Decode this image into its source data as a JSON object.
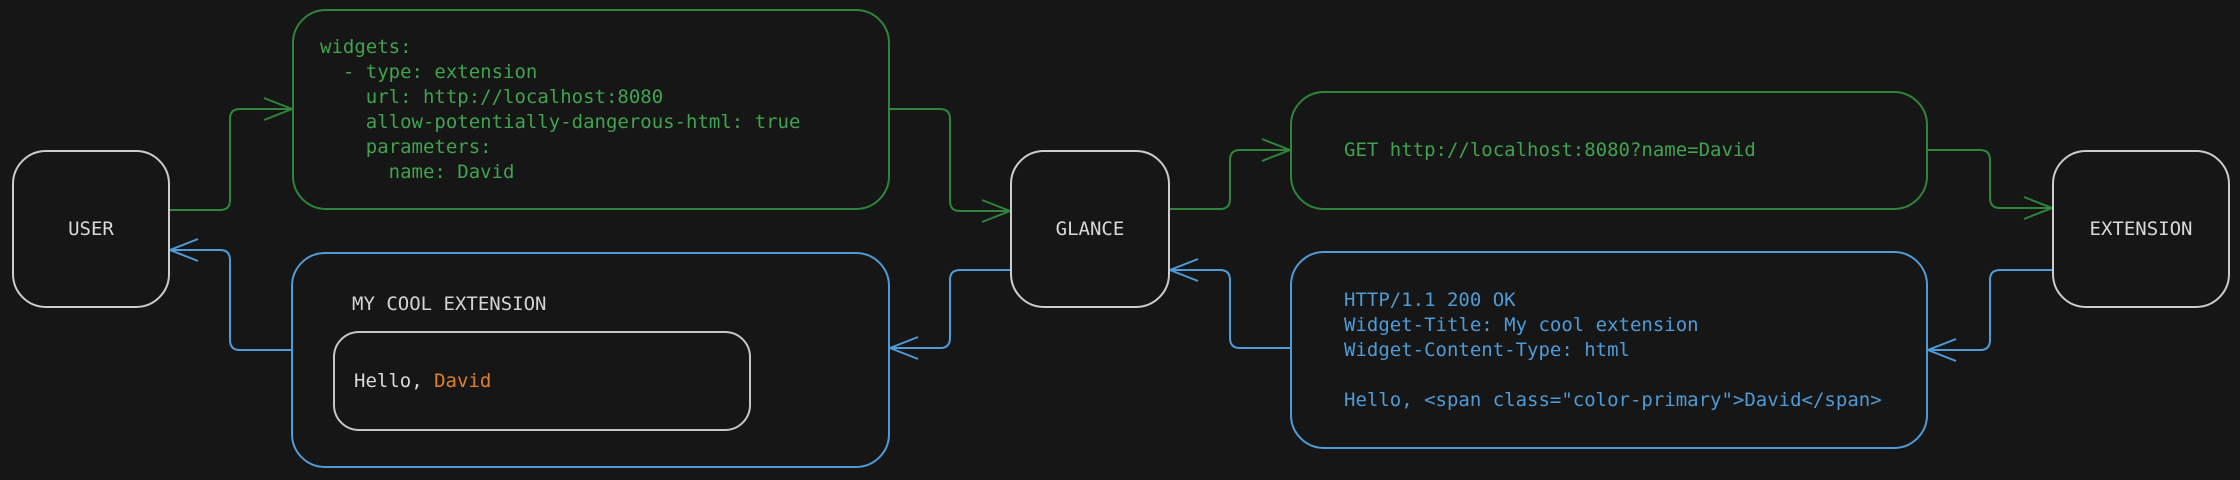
{
  "diagram": {
    "nodes": {
      "user": {
        "label": "USER"
      },
      "glance": {
        "label": "GLANCE"
      },
      "extension": {
        "label": "EXTENSION"
      }
    },
    "config_box": {
      "lines": [
        "widgets:",
        "  - type: extension",
        "    url: http://localhost:8080",
        "    allow-potentially-dangerous-html: true",
        "    parameters:",
        "      name: David"
      ]
    },
    "request_box": {
      "text": "GET http://localhost:8080?name=David"
    },
    "response_box": {
      "lines": [
        "HTTP/1.1 200 OK",
        "Widget-Title: My cool extension",
        "Widget-Content-Type: html",
        "",
        "Hello, <span class=\"color-primary\">David</span>"
      ]
    },
    "widget_box": {
      "title": "MY COOL EXTENSION",
      "greeting": {
        "prefix": "Hello, ",
        "name": "David"
      }
    },
    "colors": {
      "background": "#161616",
      "green": "#2f853b",
      "green_text": "#41a24f",
      "blue": "#4f9bd7",
      "orange": "#e0802e",
      "node_border": "#cccccc",
      "node_text": "#d9d9d9",
      "inner_border": "#c6c6c6",
      "label_text": "#d4d4d4"
    }
  }
}
